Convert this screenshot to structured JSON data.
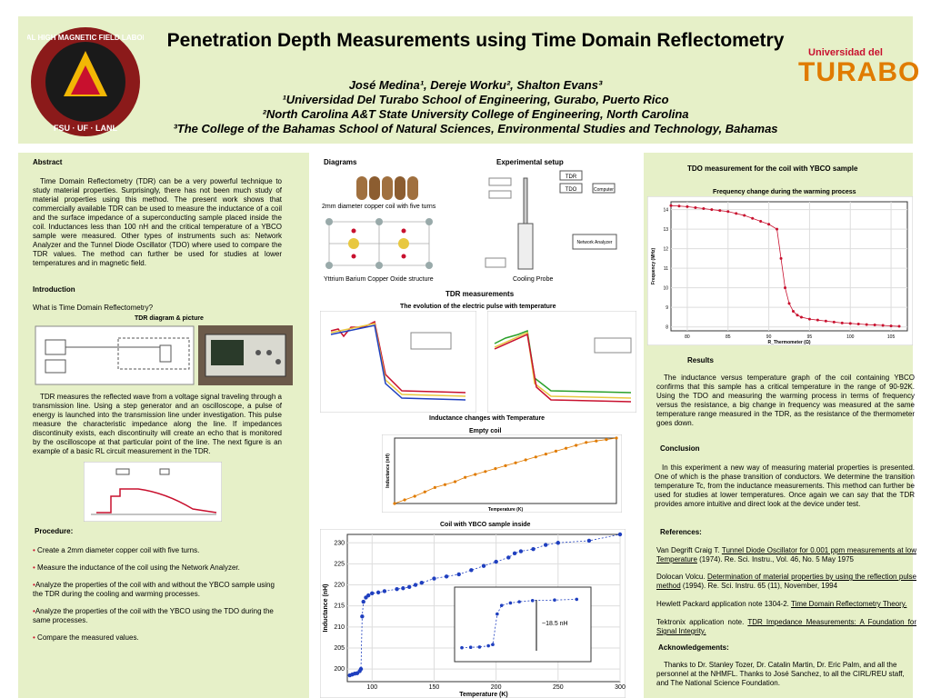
{
  "header": {
    "title": "Penetration Depth Measurements using Time Domain Reflectometry",
    "authors": "José Medina¹, Dereje Worku², Shalton Evans³",
    "aff1": "¹Universidad Del Turabo School of Engineering, Gurabo, Puerto Rico",
    "aff2": "²North Carolina A&T State University College of Engineering, North Carolina",
    "aff3": "³The College of the Bahamas School of Natural Sciences, Environmental Studies and Technology, Bahamas",
    "logo_left_text": "NATIONAL HIGH MAGNETIC FIELD LABORATORY",
    "logo_left_sub": "FSU · UF · LANL",
    "logo_right_top": "Universidad del",
    "logo_right_main": "TURABO"
  },
  "left": {
    "abstract_h": "Abstract",
    "abstract": "Time Domain Reflectometry (TDR) can be a very powerful technique to study material properties. Surprisingly, there has not been much study of material properties using this method. The present work shows that commercially available TDR can be used to measure the inductance of a coil and the surface impedance of a superconducting sample placed inside the coil. Inductances less than 100 nH and the critical temperature of a YBCO sample were measured. Other types of instruments such as: Network Analyzer and the Tunnel Diode Oscillator (TDO) where used to compare the TDR values. The method can further be used for studies at lower temperatures and in magnetic field.",
    "intro_h": "Introduction",
    "intro_q": "What is Time Domain Reflectometry?",
    "tdr_diag_h": "TDR diagram & picture",
    "tdr_text": "TDR measures the reflected wave from a voltage signal traveling through a transmission line. Using a step generator and an oscilloscope, a pulse of energy is launched into the transmission line under investigation. This pulse measure the characteristic impedance along the line. If impedances discontinuity exists, each discontinuity will create an echo that is monitored by the oscilloscope at that particular point of the line. The next figure is an example of a basic RL circuit measurement in the TDR.",
    "proc_h": "Procedure:",
    "steps": [
      "Create a 2mm diameter copper coil with five turns.",
      "Measure the inductance of the coil using the Network Analyzer.",
      "Analyze the properties of the coil  with and without the YBCO sample using the TDR during the cooling and warming processes.",
      "Analyze the properties of the coil with the YBCO using the TDO during the same processes.",
      "Compare the measured values."
    ]
  },
  "mid": {
    "diagrams_h": "Diagrams",
    "exp_h": "Experimental setup",
    "coil_caption": "2mm diameter copper coil with five turns",
    "ybco_caption": "Yttrium Barium Copper Oxide structure",
    "probe_caption": "Cooling Probe",
    "setup_tdr": "TDR",
    "setup_tdo": "TDO",
    "setup_computer": "Computer",
    "setup_na": "Network Analyzer",
    "tdr_meas_h": "TDR measurements",
    "evolution_h": "The evolution of the electric pulse with temperature",
    "ind_h": "Inductance changes with Temperature",
    "empty_coil": "Empty coil",
    "ybco_inside": "Coil with YBCO sample inside",
    "delta_label": "~18.5 nH"
  },
  "right": {
    "tdo_h": "TDO measurement for the coil with YBCO sample",
    "freq_h": "Frequency change during the warming process",
    "results_h": "Results",
    "results": "The inductance versus temperature graph of the coil containing YBCO confirms that this sample has a critical temperature in the range of 90-92K. Using the TDO and measuring the warming process in terms of frequency versus the resistance, a big change in frequency was measured at the same temperature range measured in the TDR, as the resistance of the thermometer goes down.",
    "concl_h": "Conclusion",
    "concl": "In this experiment a new way of measuring material properties is presented. One of which is the phase transition of conductors. We determine the transition temperature Tc, from the inductance measurements. This method can further be used for studies at lower temperatures. Once again we can say that the TDR provides amore intuitive and direct look at the device under test.",
    "refs_h": "References:",
    "ref1_a": "Van Degrift Craig T. ",
    "ref1_l": "Tunnel Diode Oscillator for 0.001 ppm measurements at low Temperature",
    "ref1_b": " (1974). Re. Sci. Instru., Vol. 46, No. 5 May 1975",
    "ref2_a": "Dolocan Volcu. ",
    "ref2_l": "Determination of material properties by using the reflection pulse method",
    "ref2_b": " (1994). Re. Sci. Instru. 65 (11), November, 1994",
    "ref3_a": "Hewlett Packard application note 1304-2. ",
    "ref3_l": "Time Domain Reflectometry  Theory.",
    "ref4_a": "Tektronix application note. ",
    "ref4_l": "TDR Impedance Measurements: A Foundation for Signal Integrity.",
    "ack_h": "Acknowledgements:",
    "ack": "Thanks to Dr. Stanley Tozer, Dr. Catalin Martin, Dr. Eric Palm, and all the personnel at the NHMFL. Thanks to José Sanchez, to all the CIRL/REU staff, and The National Science Foundation."
  },
  "chart_data": [
    {
      "type": "scatter",
      "title": "Coil with YBCO sample inside",
      "xlabel": "Temperature (K)",
      "ylabel": "Inductance (nH)",
      "xlim": [
        80,
        300
      ],
      "ylim": [
        197,
        232
      ],
      "x": [
        82,
        84,
        86,
        88,
        90,
        91,
        92,
        93,
        95,
        97,
        100,
        105,
        110,
        120,
        125,
        130,
        135,
        140,
        150,
        160,
        170,
        180,
        190,
        200,
        210,
        215,
        220,
        230,
        240,
        250,
        275,
        300
      ],
      "y": [
        198.5,
        198.7,
        198.9,
        199.0,
        199.5,
        200.0,
        212.5,
        216.0,
        217.0,
        217.5,
        218.0,
        218.2,
        218.5,
        219.0,
        219.2,
        219.5,
        220.0,
        220.5,
        221.5,
        222.0,
        222.5,
        223.5,
        224.5,
        225.5,
        226.5,
        227.5,
        228.0,
        228.5,
        229.5,
        230.0,
        230.5,
        232.0
      ],
      "xticks": [
        100,
        150,
        200,
        250,
        300
      ],
      "yticks": [
        200,
        205,
        210,
        215,
        220,
        225,
        230
      ]
    },
    {
      "type": "scatter",
      "title": "Empty coil",
      "xlabel": "Temperature (K)",
      "ylabel": "Inductance (nH)",
      "x": [
        80,
        90,
        100,
        110,
        120,
        130,
        140,
        150,
        160,
        170,
        180,
        190,
        200,
        210,
        220,
        230,
        240,
        250,
        260,
        270,
        280,
        290,
        300
      ],
      "y": [
        1.0,
        1.5,
        2.0,
        2.6,
        3.2,
        3.6,
        4.0,
        4.6,
        5.0,
        5.4,
        5.8,
        6.2,
        6.6,
        7.0,
        7.4,
        7.8,
        8.2,
        8.6,
        9.0,
        9.4,
        9.6,
        9.8,
        10.0
      ]
    },
    {
      "type": "scatter",
      "title": "Frequency change during the warming process",
      "xlabel": "R_Thermometer (Ω)",
      "ylabel": "Frequency (MHz)",
      "xlim": [
        78,
        107
      ],
      "ylim": [
        7.8,
        14.4
      ],
      "xticks": [
        80,
        85,
        90,
        95,
        100,
        105
      ],
      "yticks": [
        8,
        9,
        10,
        11,
        12,
        13,
        14
      ],
      "x": [
        78,
        79,
        80,
        81,
        82,
        83,
        84,
        85,
        86,
        87,
        88,
        89,
        90,
        91,
        91.5,
        92,
        92.5,
        93,
        93.5,
        94,
        95,
        96,
        97,
        98,
        99,
        100,
        101,
        102,
        103,
        104,
        105,
        106
      ],
      "y": [
        14.2,
        14.18,
        14.15,
        14.1,
        14.05,
        14.0,
        13.95,
        13.9,
        13.8,
        13.7,
        13.55,
        13.4,
        13.25,
        13.0,
        11.5,
        10.0,
        9.2,
        8.8,
        8.6,
        8.5,
        8.4,
        8.35,
        8.3,
        8.25,
        8.2,
        8.18,
        8.15,
        8.12,
        8.1,
        8.08,
        8.05,
        8.03
      ]
    }
  ]
}
